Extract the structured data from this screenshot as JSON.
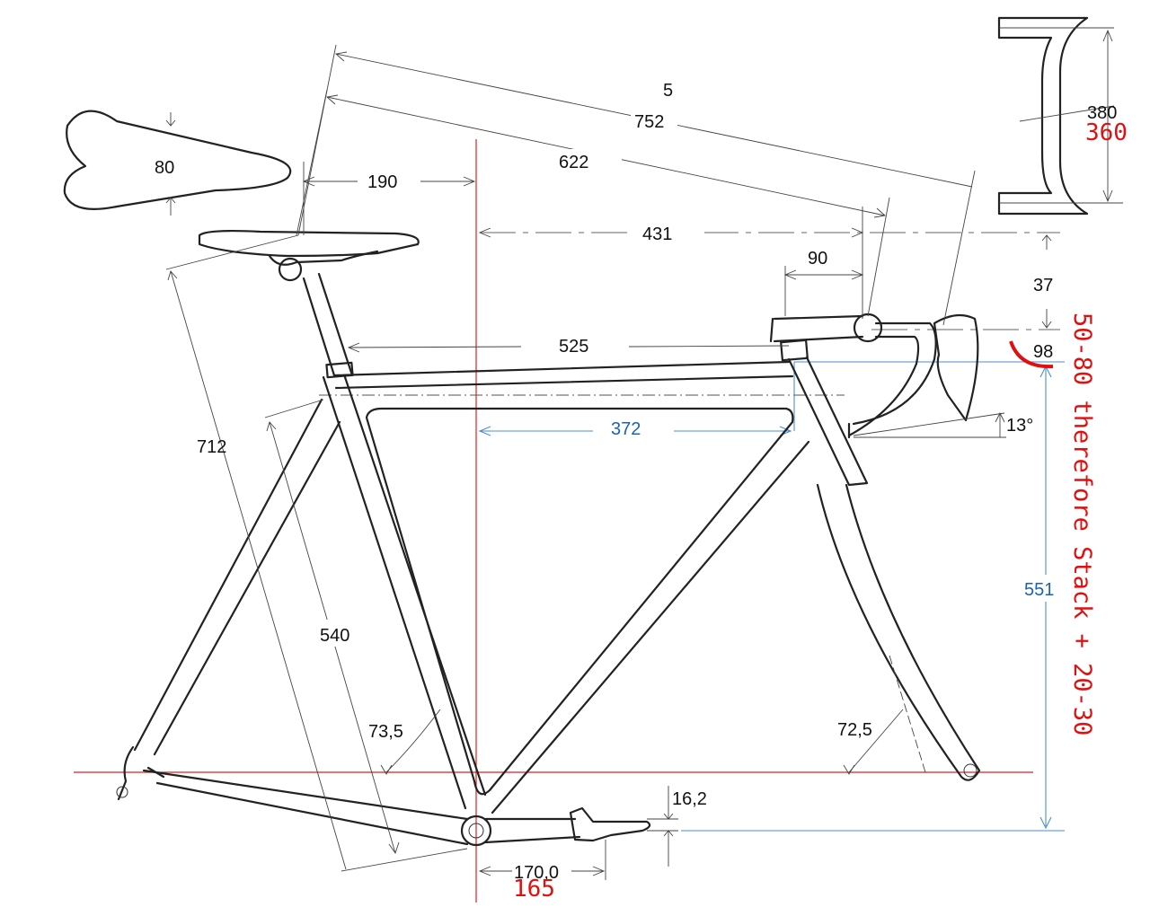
{
  "dimensions": {
    "top_small": "5",
    "top_outer": "752",
    "top_inner": "622",
    "reach_line": "431",
    "saddle_setback": "190",
    "saddle_height": "80",
    "stem_length": "90",
    "bar_drop": "37",
    "bar_width_orig": "380",
    "bar_width_new": "360",
    "stem_rise": "98",
    "top_tube": "525",
    "reach": "372",
    "bar_angle": "13°",
    "saddle_height_total": "712",
    "seat_tube": "540",
    "seat_angle": "73,5",
    "head_angle": "72,5",
    "stack": "551",
    "bb_drop": "16,2",
    "crank_orig": "170,0",
    "crank_new": "165"
  },
  "annotations": {
    "stem_note": "50-80 therefore Stack + 20-30"
  },
  "colors": {
    "frame": "#222222",
    "blue_dimension": "#1a63b3",
    "red_markup": "#e01010"
  }
}
